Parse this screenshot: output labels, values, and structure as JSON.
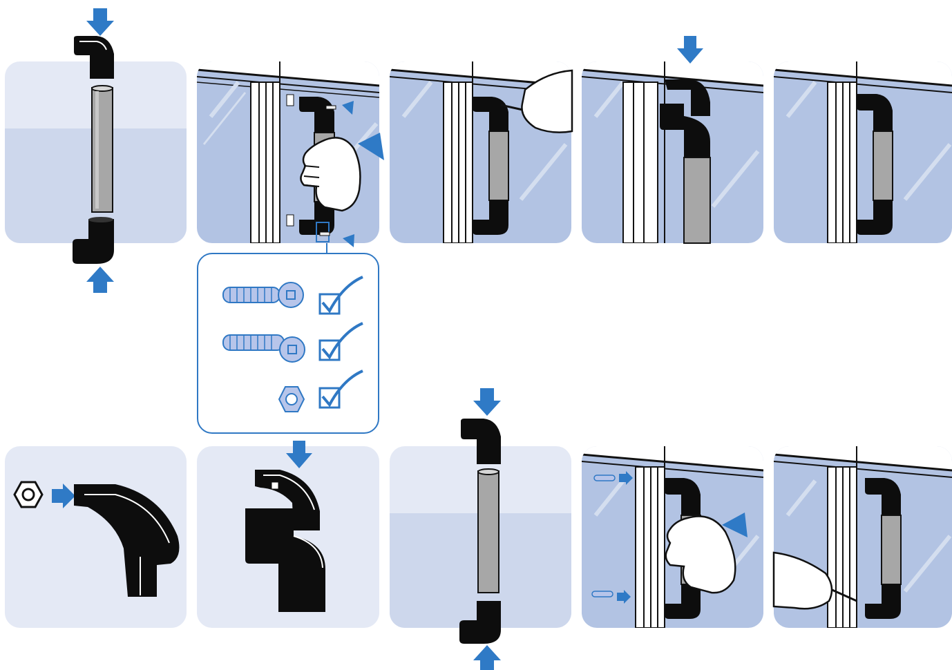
{
  "title": "",
  "colors": {
    "arrow": "#2f7ac6",
    "part": "#0d0d0d",
    "panel_light": "#e4e9f5",
    "panel_mid": "#cdd7ec",
    "glass": "#b2c3e3",
    "tube": "#a7a7a7",
    "hardware": "#b7c5ea"
  },
  "steps": [
    {
      "id": "top-1",
      "depicts": "handle-parts-assembly"
    },
    {
      "id": "top-2",
      "depicts": "hold-handle-insert-screws"
    },
    {
      "id": "top-3",
      "depicts": "tighten-with-screwdriver"
    },
    {
      "id": "top-4",
      "depicts": "press-cap-down"
    },
    {
      "id": "top-5",
      "depicts": "handle-installed"
    },
    {
      "id": "bottom-1",
      "depicts": "insert-nut-into-cap"
    },
    {
      "id": "bottom-2",
      "depicts": "press-cap-onto-base"
    },
    {
      "id": "bottom-3",
      "depicts": "handle-parts-assembly"
    },
    {
      "id": "bottom-4",
      "depicts": "hold-handle-insert-screws"
    },
    {
      "id": "bottom-5",
      "depicts": "screwdriver-tighten"
    }
  ],
  "hardware_checklist": [
    "long-bolt-icon",
    "short-bolt-icon",
    "hex-nut-icon"
  ]
}
